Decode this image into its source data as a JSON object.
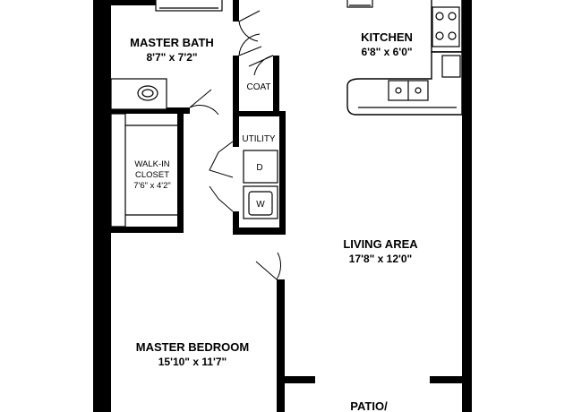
{
  "rooms": {
    "master_bath": {
      "name": "MASTER BATH",
      "size": "8'7\" x 7'2\""
    },
    "kitchen": {
      "name": "KITCHEN",
      "size": "6'8\" x 6'0\""
    },
    "coat": {
      "name": "COAT"
    },
    "utility": {
      "name": "UTILITY",
      "dryer": "D",
      "washer": "W"
    },
    "walk_in_closet": {
      "name_line1": "WALK-IN",
      "name_line2": "CLOSET",
      "size": "7'6\" x 4'2\""
    },
    "living_area": {
      "name": "LIVING AREA",
      "size": "17'8\" x 12'0\""
    },
    "master_bedroom": {
      "name": "MASTER BEDROOM",
      "size": "15'10\" x 11'7\""
    },
    "patio": {
      "name": "PATIO/"
    }
  }
}
